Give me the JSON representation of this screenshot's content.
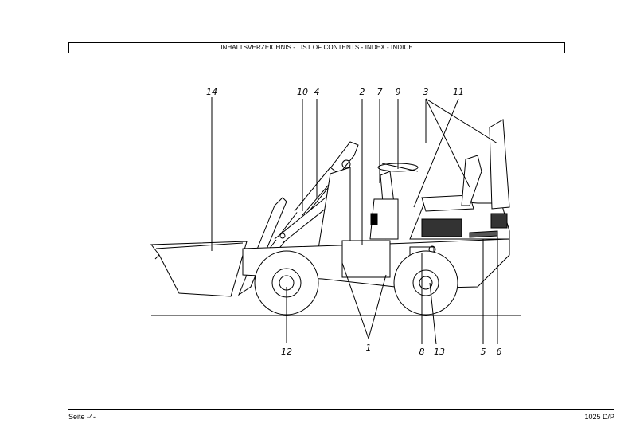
{
  "header": {
    "title": "INHALTSVERZEICHNIS - LIST OF CONTENTS - INDEX - INDICE"
  },
  "diagram": {
    "callouts": [
      "14",
      "10",
      "4",
      "2",
      "7",
      "9",
      "3",
      "11",
      "12",
      "1",
      "8",
      "13",
      "5",
      "6"
    ]
  },
  "footer": {
    "page": "Seite -4-",
    "model": "1025 D/P"
  }
}
